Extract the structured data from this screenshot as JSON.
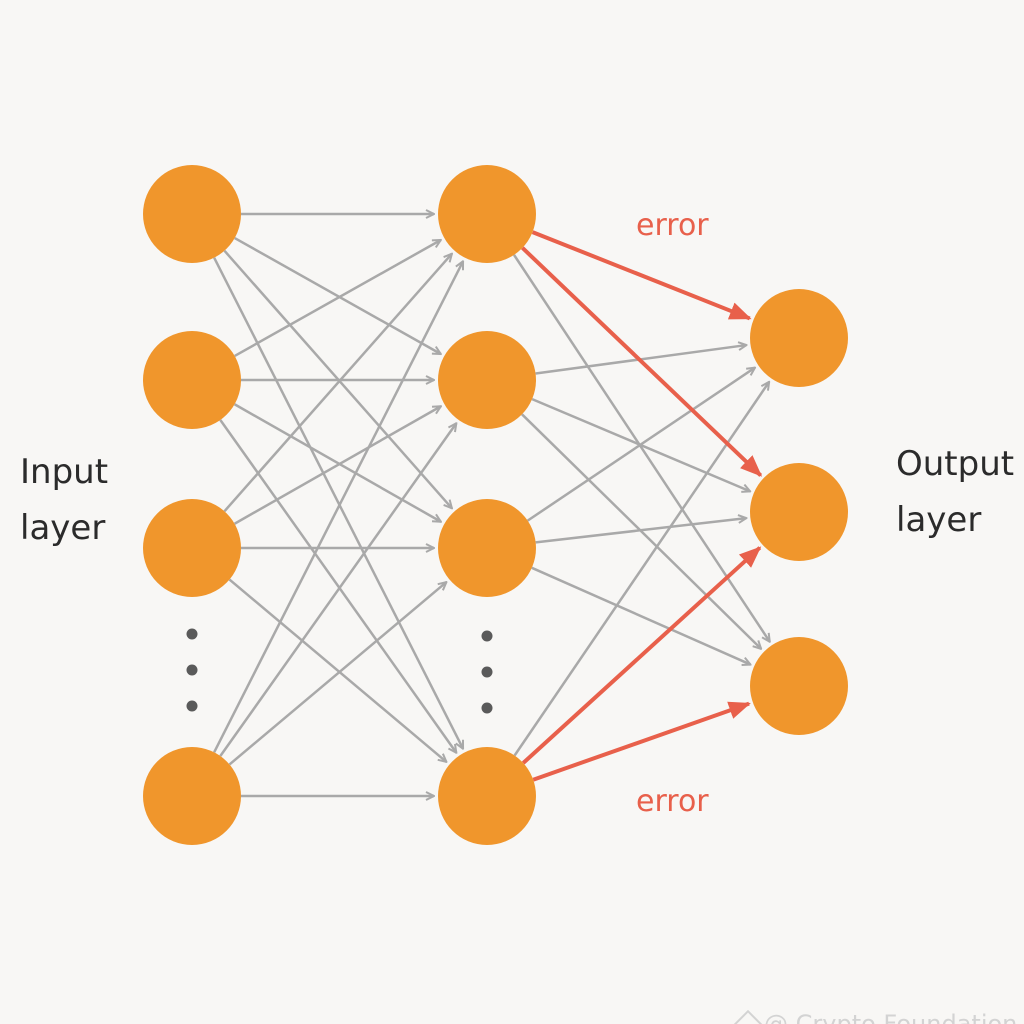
{
  "labels": {
    "input_line1": "Input",
    "input_line2": "layer",
    "output_line1": "Output",
    "output_line2": "layer",
    "error_top": "error",
    "error_bottom": "error"
  },
  "watermark": "@ Crypto Foundation",
  "colors": {
    "node": "#f0962c",
    "edge": "#a9a9a9",
    "error": "#e8604b",
    "ellipsis": "#5a5a5a",
    "text": "#2b2b2b"
  },
  "network": {
    "input_nodes": 4,
    "hidden_nodes": 4,
    "output_nodes": 3,
    "error_edges": [
      {
        "from_hidden": 0,
        "to_output": 0
      },
      {
        "from_hidden": 0,
        "to_output": 1
      },
      {
        "from_hidden": 3,
        "to_output": 1
      },
      {
        "from_hidden": 3,
        "to_output": 2
      }
    ]
  }
}
